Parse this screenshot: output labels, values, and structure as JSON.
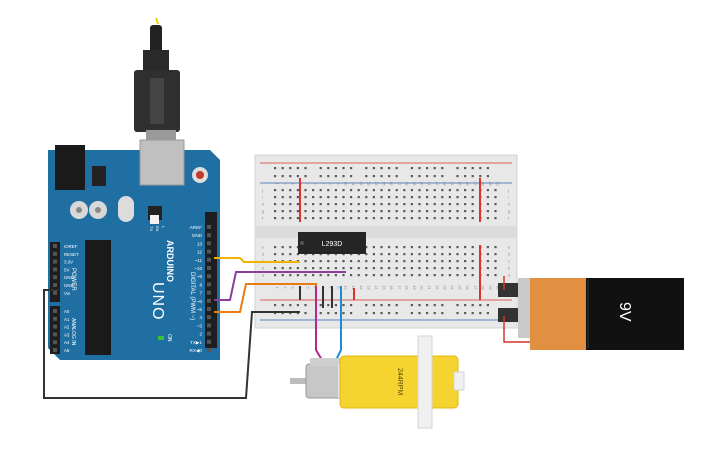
{
  "arduino": {
    "brand": "ARDUINO",
    "model": "UNO",
    "digital_header": "DIGITAL (PWM ~)",
    "power_header": "POWER",
    "analog_header": "ANALOG IN",
    "on_label": "ON",
    "tx_label": "TX",
    "rx_label": "RX",
    "l_label": "L",
    "digital_pins": [
      "AREF",
      "GND",
      "13",
      "12",
      "~11",
      "~10",
      "~9",
      "8",
      "7",
      "~6",
      "~5",
      "4",
      "~3",
      "2",
      "TX▶1",
      "RX◀0"
    ],
    "power_pins": [
      "IOREF",
      "RESET",
      "3.3V",
      "5V",
      "GND",
      "GND",
      "Vin"
    ],
    "analog_pins": [
      "A0",
      "A1",
      "A2",
      "A3",
      "A4",
      "A5"
    ]
  },
  "ic": {
    "label": "L293D"
  },
  "battery": {
    "label": "9V"
  },
  "motor": {
    "label": "244RPM"
  },
  "breadboard": {
    "column_numbers": [
      "1",
      "2",
      "3",
      "4",
      "5",
      "6",
      "7",
      "8",
      "9",
      "10",
      "11",
      "12",
      "13",
      "14",
      "15",
      "16",
      "17",
      "18",
      "19",
      "20",
      "21",
      "22",
      "23",
      "24",
      "25",
      "26",
      "27",
      "28",
      "29",
      "30"
    ],
    "row_letters_top": [
      "j",
      "i",
      "h",
      "g",
      "f"
    ],
    "row_letters_bottom": [
      "e",
      "d",
      "c",
      "b",
      "a"
    ]
  },
  "colors": {
    "board_blue": "#1f6fa3",
    "breadboard": "#e8e8e8",
    "rail_red": "#d9342b",
    "rail_blue": "#2a5db0",
    "wire_yellow": "#f0b400",
    "wire_purple": "#8a3fa0",
    "wire_orange": "#e87c13",
    "wire_black": "#333333",
    "wire_magenta": "#b02a8c",
    "wire_cyan": "#1a8ccf",
    "battery_orange": "#d4873f",
    "motor_yellow": "#f5d430"
  }
}
